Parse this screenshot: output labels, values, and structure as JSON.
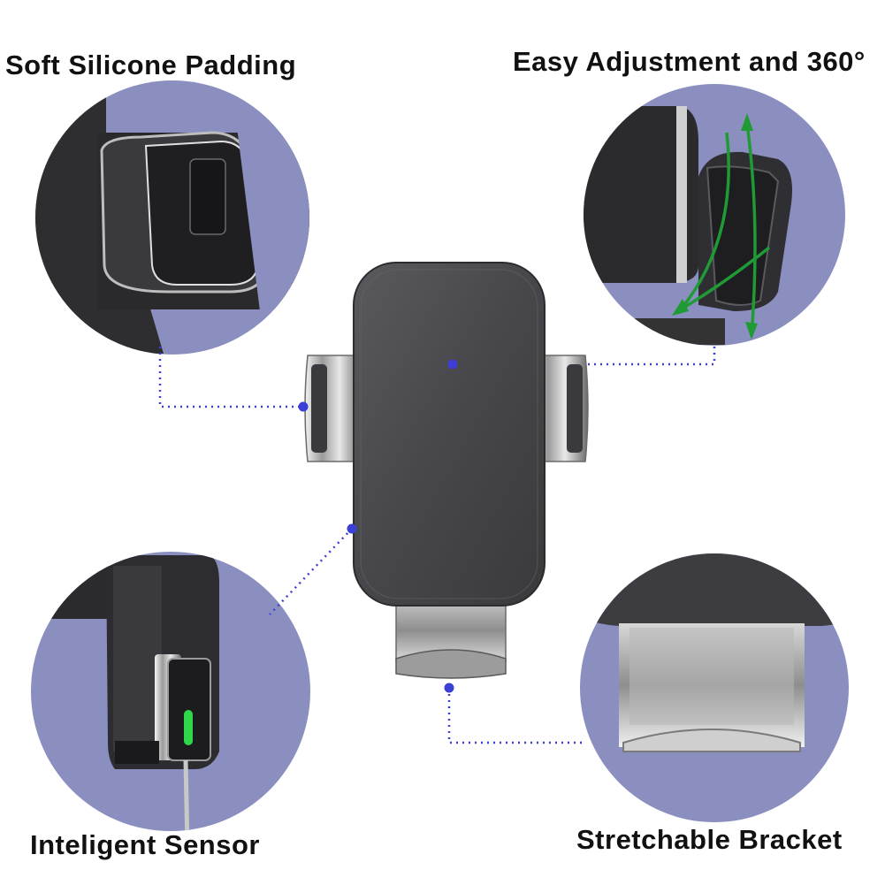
{
  "labels": {
    "top_left": "Soft Silicone Padding",
    "top_right": "Easy Adjustment and 360°",
    "bottom_left": "Inteligent Sensor",
    "bottom_right": "Stretchable Bracket"
  },
  "colors": {
    "circle_bg": "#8a8fbf",
    "callout_dots": "#3b3fd6",
    "sensor_led": "#2fd84a",
    "rotation_arrows": "#1f9a34",
    "holder_body": "#4a4a4e"
  }
}
